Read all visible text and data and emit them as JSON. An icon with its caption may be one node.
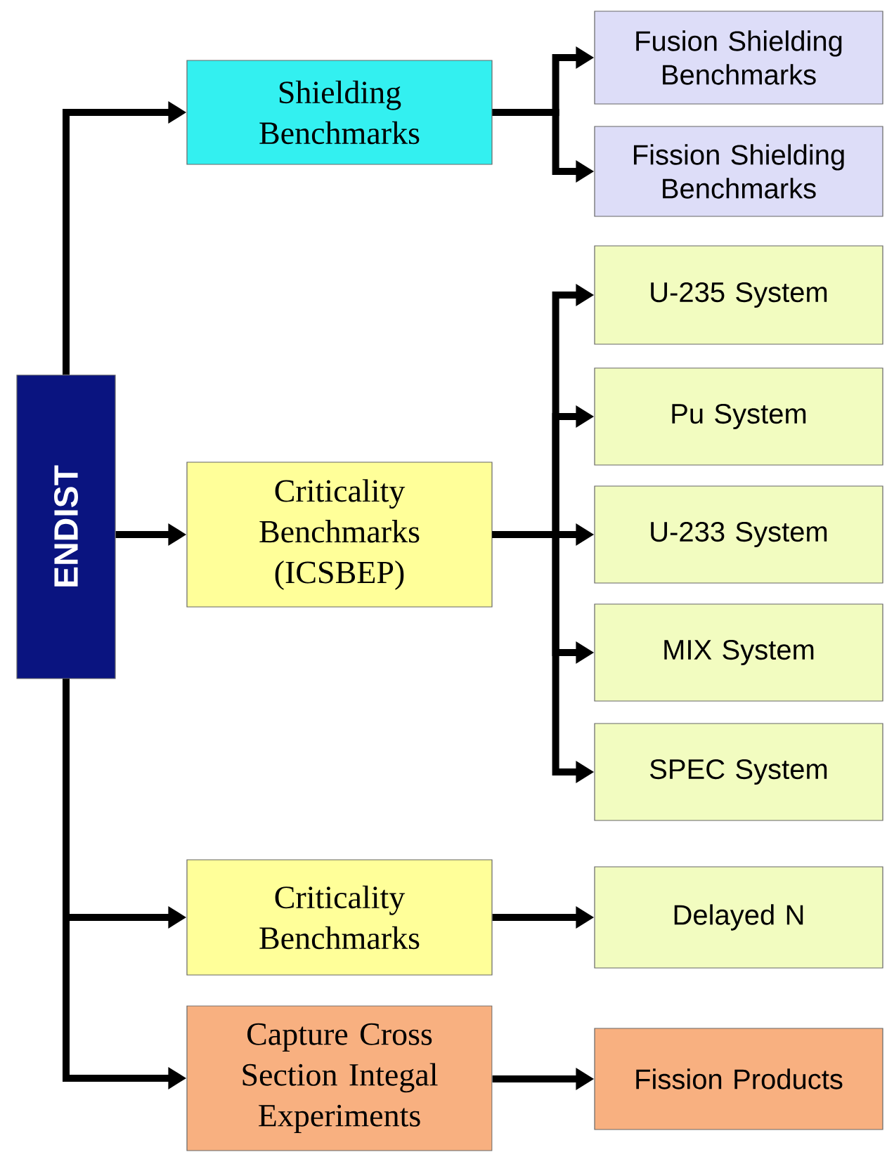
{
  "diagram": {
    "nodes": [
      {
        "text": [
          "ENDIST"
        ]
      },
      {
        "text": [
          "Shielding Benchmarks"
        ]
      },
      {
        "text": [
          "Fusion Shielding Benchmarks"
        ]
      },
      {
        "text": [
          "Fission Shielding Benchmarks"
        ]
      },
      {
        "text": [
          "Criticality Benchmarks (ICSBEP)"
        ]
      },
      {
        "text": [
          "U-235 System"
        ]
      },
      {
        "text": [
          "Pu System"
        ]
      },
      {
        "text": [
          "U-233 System"
        ]
      },
      {
        "text": [
          "MIX System"
        ]
      },
      {
        "text": [
          "SPEC System"
        ]
      },
      {
        "text": [
          "Criticality Benchmarks"
        ]
      },
      {
        "text": [
          "Delayed N"
        ]
      },
      {
        "text": [
          "Capture Cross Section Integal Experiments"
        ]
      },
      {
        "text": [
          "Fission Products"
        ]
      }
    ],
    "edges": [
      {
        "from": 0,
        "to": 1,
        "arrow": "to"
      },
      {
        "from": 0,
        "to": 4,
        "arrow": "to"
      },
      {
        "from": 0,
        "to": 10,
        "arrow": "to"
      },
      {
        "from": 0,
        "to": 12,
        "arrow": "to"
      },
      {
        "from": 1,
        "to": 2,
        "arrow": "to"
      },
      {
        "from": 1,
        "to": 3,
        "arrow": "to"
      },
      {
        "from": 4,
        "to": 5,
        "arrow": "to"
      },
      {
        "from": 4,
        "to": 6,
        "arrow": "to"
      },
      {
        "from": 4,
        "to": 7,
        "arrow": "to"
      },
      {
        "from": 4,
        "to": 8,
        "arrow": "to"
      },
      {
        "from": 4,
        "to": 9,
        "arrow": "to"
      },
      {
        "from": 10,
        "to": 11,
        "arrow": "to"
      },
      {
        "from": 12,
        "to": 13,
        "arrow": "to"
      }
    ]
  }
}
